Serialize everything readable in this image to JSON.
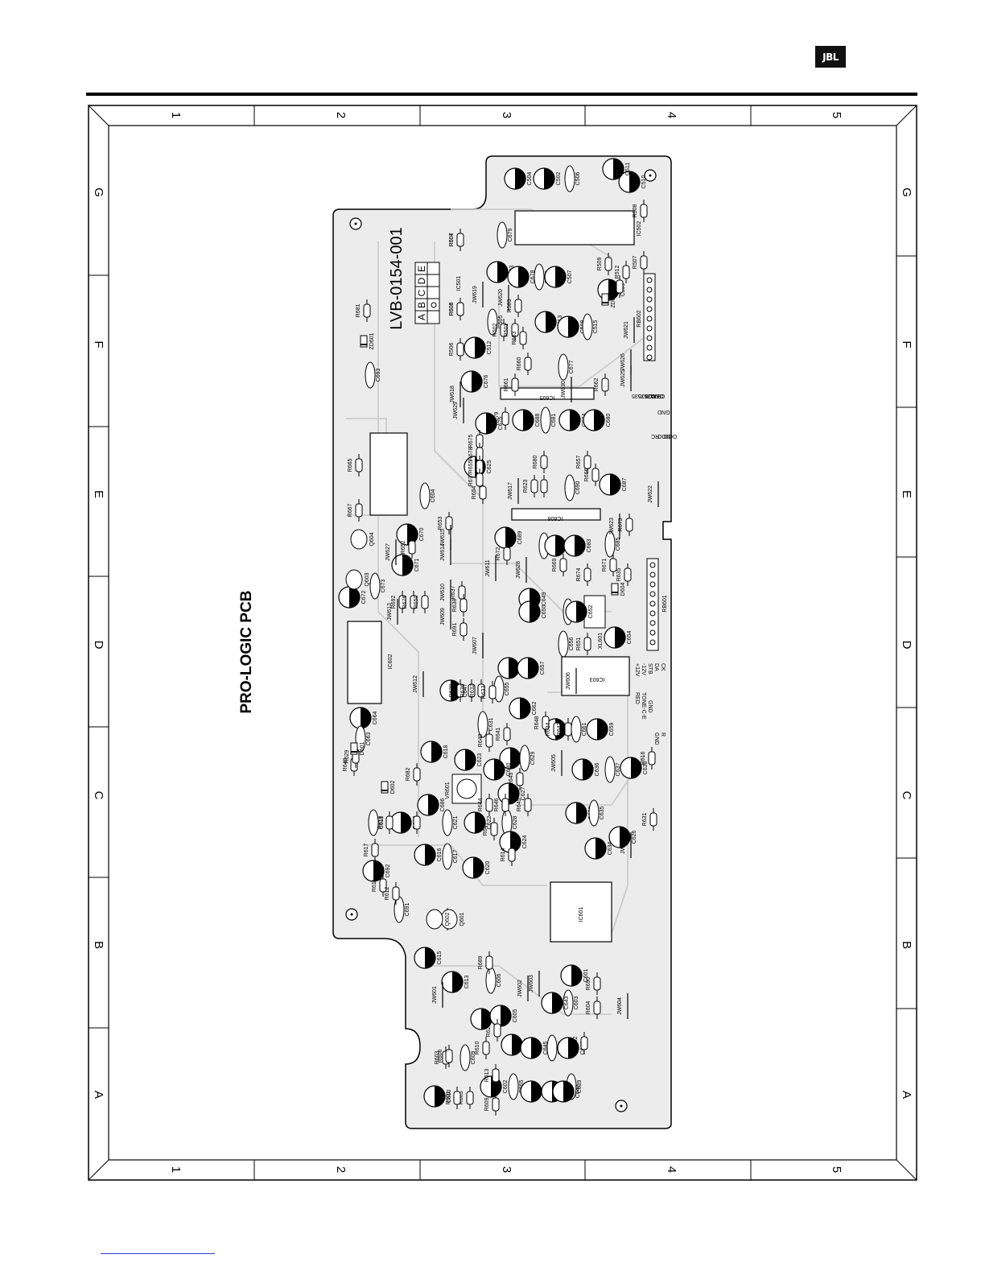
{
  "header": {
    "logo_text": "JBL"
  },
  "board": {
    "title": "PRO-LOGIC PCB",
    "part_number": "LVB-0154-001",
    "variant_letters": [
      "A",
      "B",
      "C",
      "D",
      "E"
    ]
  },
  "grid": {
    "columns": [
      "1",
      "2",
      "3",
      "4",
      "5"
    ],
    "rows": [
      "G",
      "F",
      "E",
      "D",
      "C",
      "B",
      "A"
    ]
  },
  "components": {
    "ics": [
      "IC601",
      "IC602",
      "IC603",
      "IC605",
      "IC606",
      "IC501",
      "IC502"
    ],
    "connectors": [
      "RB601",
      "RB602"
    ],
    "crystal": "XL601",
    "vr": "VR601",
    "transistors": [
      "Q601",
      "Q602",
      "Q603",
      "Q604"
    ],
    "diodes": [
      "D601",
      "D602",
      "D604",
      "ZD601",
      "ZD602"
    ],
    "capacitors": [
      "C504",
      "C502",
      "C506",
      "C510",
      "C511",
      "C679",
      "C503",
      "C678",
      "C501",
      "C507",
      "C509",
      "C505",
      "C513",
      "C508",
      "C515",
      "C512",
      "C676",
      "C677",
      "C675",
      "C688",
      "C681",
      "C674",
      "C680",
      "C604",
      "C625",
      "C687",
      "C690",
      "C670",
      "C671",
      "C673",
      "C672",
      "C689",
      "C666",
      "C684",
      "C683",
      "C685",
      "C649",
      "C650",
      "C651",
      "C652",
      "C654",
      "C656",
      "C653",
      "C657",
      "C655",
      "C647",
      "C664",
      "C663",
      "C618",
      "C623",
      "C631",
      "C662",
      "C632",
      "C629",
      "C630",
      "C660",
      "C661",
      "C659",
      "C636",
      "C637",
      "C638",
      "C627",
      "C628",
      "C624",
      "C633",
      "C635",
      "C634",
      "C626",
      "C611",
      "C612",
      "C686",
      "C621",
      "C622",
      "C616",
      "C617",
      "C620",
      "C692",
      "C691",
      "C615",
      "C613",
      "C606",
      "C614",
      "C605",
      "C609",
      "C604",
      "C601",
      "C603",
      "C643",
      "C645",
      "C644",
      "C646",
      "C602",
      "C665",
      "C640",
      "C641",
      "C639",
      "C642",
      "C610",
      "C693"
    ],
    "resistors": [
      "R504",
      "R505",
      "R506",
      "R503",
      "R502",
      "R501",
      "R663",
      "R660",
      "R661",
      "R662",
      "R507",
      "R508",
      "R509",
      "R510",
      "R512",
      "R681",
      "R675",
      "R678",
      "R655",
      "R677",
      "R654",
      "R679",
      "R680",
      "R657",
      "R666",
      "R665",
      "R667",
      "R653",
      "R652",
      "R621",
      "R623",
      "R672",
      "R669",
      "R673",
      "R674",
      "R671",
      "R635",
      "R637",
      "R638",
      "R691",
      "R692",
      "R676",
      "R650",
      "R651",
      "R620",
      "R636",
      "R632",
      "R633",
      "R648",
      "R634",
      "R642",
      "R641",
      "R640",
      "R643",
      "R645",
      "R646",
      "R644",
      "R647",
      "R682",
      "R649",
      "R629",
      "R617",
      "R618",
      "R619",
      "R611",
      "R612",
      "R615",
      "R614",
      "R616",
      "R631",
      "R689",
      "R690",
      "R604",
      "R602",
      "R625",
      "R603",
      "R606",
      "R610",
      "R613",
      "R609",
      "R605",
      "R601",
      "R607",
      "R608"
    ],
    "jumpers": [
      "JW601",
      "JW602",
      "JW603",
      "JW604",
      "JW605",
      "JW606",
      "JW607",
      "JW608",
      "JW609",
      "JW610",
      "JW611",
      "JW612",
      "JW613",
      "JW614",
      "JW615",
      "JW617",
      "JW618",
      "JW619",
      "JW620",
      "JW621",
      "JW622",
      "JW623",
      "JW625",
      "JW626",
      "JW627",
      "JW628",
      "JW629",
      "JW630"
    ]
  },
  "pin_labels": {
    "rb602": [
      "CK7535",
      "DA7535",
      "CE7535",
      "GND",
      "GND",
      "RC",
      "DOO",
      "OOO"
    ],
    "rb601": [
      "+12V",
      "-12V",
      "STB",
      "DA",
      "CK",
      "RED",
      "TONE-C-E",
      "GND",
      "GND",
      "R"
    ]
  }
}
